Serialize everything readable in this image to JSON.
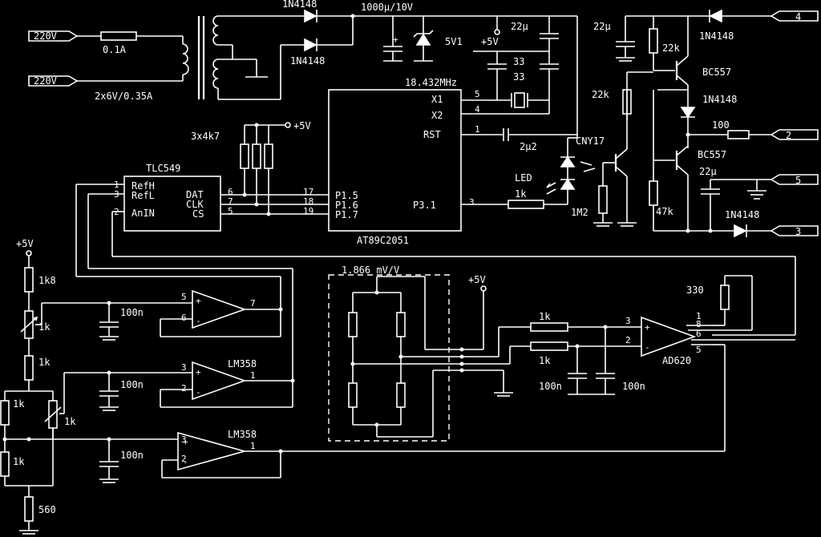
{
  "mains": {
    "in_top": "220V",
    "in_bottom": "220V",
    "fuse": "0.1A",
    "transformer": "2x6V/0.35A"
  },
  "rectifier": {
    "d_top": "1N4148",
    "d_bottom": "1N4148",
    "cap": "1000µ/10V",
    "zener": "5V1",
    "vcc": "+5V",
    "cap_22u": "22µ"
  },
  "mcu": {
    "name": "AT89C2051",
    "crystal": "18.432MHz",
    "cap_a": "33",
    "cap_b": "33",
    "x1": "X1",
    "x2": "X2",
    "rst": "RST",
    "p15": "P1.5",
    "p16": "P1.6",
    "p17": "P1.7",
    "p31": "P3.1",
    "pin5": "5",
    "pin4": "4",
    "pin1": "1",
    "pin17": "17",
    "pin18": "18",
    "pin19": "19",
    "pin3": "3",
    "rst_cap": "2µ2"
  },
  "pullups": {
    "label": "3x4k7",
    "vcc": "+5V"
  },
  "adc": {
    "name": "TLC549",
    "refh": "RefH",
    "refl": "RefL",
    "anin": "AnIN",
    "dat": "DAT",
    "clk": "CLK",
    "cs": "CS",
    "pin1": "1",
    "pin3": "3",
    "pin2": "2",
    "pin6": "6",
    "pin7": "7",
    "pin5": "5"
  },
  "opto": {
    "name": "CNY17",
    "led": "LED",
    "r_led": "1k",
    "r_base": "1M2"
  },
  "output": {
    "cap1": "22µ",
    "r1": "22k",
    "d1": "1N4148",
    "t1": "BC557",
    "r2": "22k",
    "d2": "1N4148",
    "r3": "100",
    "t2": "BC557",
    "cap2": "22µ",
    "r4": "47k",
    "d3": "1N4148",
    "pin4": "4",
    "pin2": "2",
    "pin5": "5",
    "pin3": "3"
  },
  "divider": {
    "vcc": "+5V",
    "r1": "1k8",
    "p1": "1k",
    "r2": "1k",
    "r3": "1k",
    "p2": "1k",
    "r4": "1k",
    "r5": "560"
  },
  "opamps": {
    "u1": {
      "name": "",
      "cap": "100n",
      "in_p": "5",
      "in_n": "6",
      "out": "7"
    },
    "u2": {
      "name": "LM358",
      "cap": "100n",
      "in_p": "3",
      "in_n": "2",
      "out": "1"
    },
    "u3": {
      "name": "LM358",
      "cap": "100n",
      "in_p": "3",
      "in_n": "2",
      "out": "1"
    }
  },
  "bridge": {
    "sensitivity": "1.866 mV/V",
    "vcc": "+5V"
  },
  "inamp": {
    "name": "AD620",
    "r_gain": "330",
    "r_in1": "1k",
    "r_in2": "1k",
    "cap1": "100n",
    "cap2": "100n",
    "pin3": "3",
    "pin2": "2",
    "pin1": "1",
    "pin8": "8",
    "pin6": "6",
    "pin5": "5"
  }
}
